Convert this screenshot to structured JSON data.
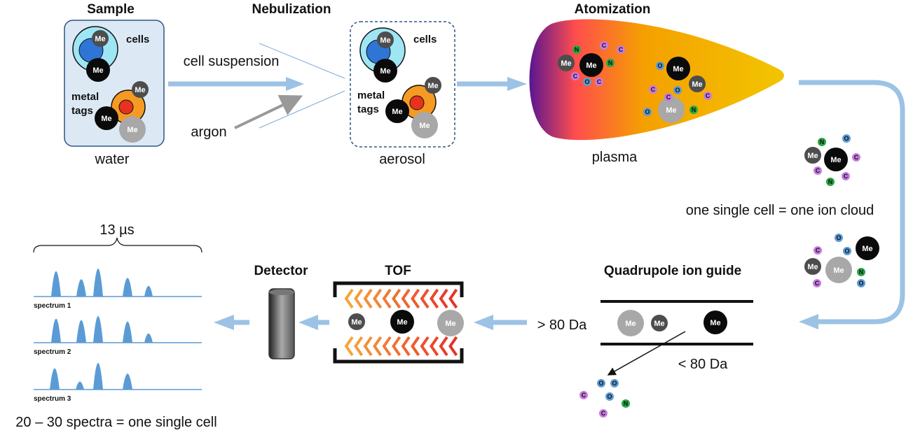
{
  "stages": {
    "sample": "Sample",
    "nebulization": "Nebulization",
    "atomization": "Atomization",
    "detector": "Detector",
    "tof": "TOF",
    "quadrupole": "Quadrupole ion guide"
  },
  "labels": {
    "cells_1": "cells",
    "cells_2": "cells",
    "metal_1": "metal",
    "tags_1": "tags",
    "metal_2": "metal",
    "tags_2": "tags",
    "water": "water",
    "cell_suspension": "cell suspension",
    "argon": "argon",
    "aerosol": "aerosol",
    "plasma": "plasma",
    "ion_cloud": "one single cell = one ion cloud",
    "gt80": "> 80 Da",
    "lt80": "< 80 Da",
    "time_window": "13 µs",
    "spectra_note": "20 – 30 spectra = one single cell",
    "spectrum_1": "spectrum  1",
    "spectrum_2": "spectrum  2",
    "spectrum_3": "spectrum  3"
  },
  "particles": {
    "metal": "Me",
    "carbon": "C",
    "nitrogen": "N",
    "oxygen": "O"
  },
  "colors": {
    "arrow": "#9cc2e5",
    "sample_box": "#dce9f5",
    "box_border": "#2f5584",
    "cell_outer": "#9fe6f5",
    "cell_core": "#2e75d6",
    "orange_cell": "#f59a23",
    "red_core": "#e8321e",
    "metal_black": "#0a0a0a",
    "metal_dark": "#4d4d4d",
    "metal_grey": "#a8a8a8",
    "carbon": "#c77be0",
    "nitrogen": "#27a844",
    "oxygen": "#5b9bd5",
    "peaks": "#5b9bd5",
    "plasma_start": "#5a1591",
    "plasma_mid": "#ff4d4d",
    "plasma_end": "#f2c500"
  }
}
